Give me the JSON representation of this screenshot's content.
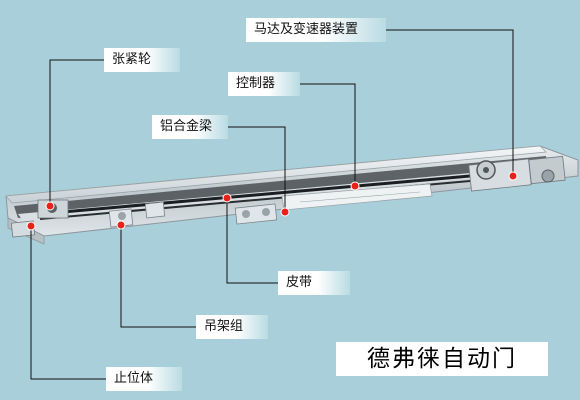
{
  "labels": {
    "motor": "马达及变速器装置",
    "tensioner": "张紧轮",
    "controller": "控制器",
    "beam": "铝合金梁",
    "belt": "皮带",
    "hanger": "吊架组",
    "stopper": "止位体"
  },
  "brand": "德弗徕自动门",
  "colors": {
    "background": "#a9d0da",
    "leader_line": "#111111",
    "point": "#e8211b"
  }
}
